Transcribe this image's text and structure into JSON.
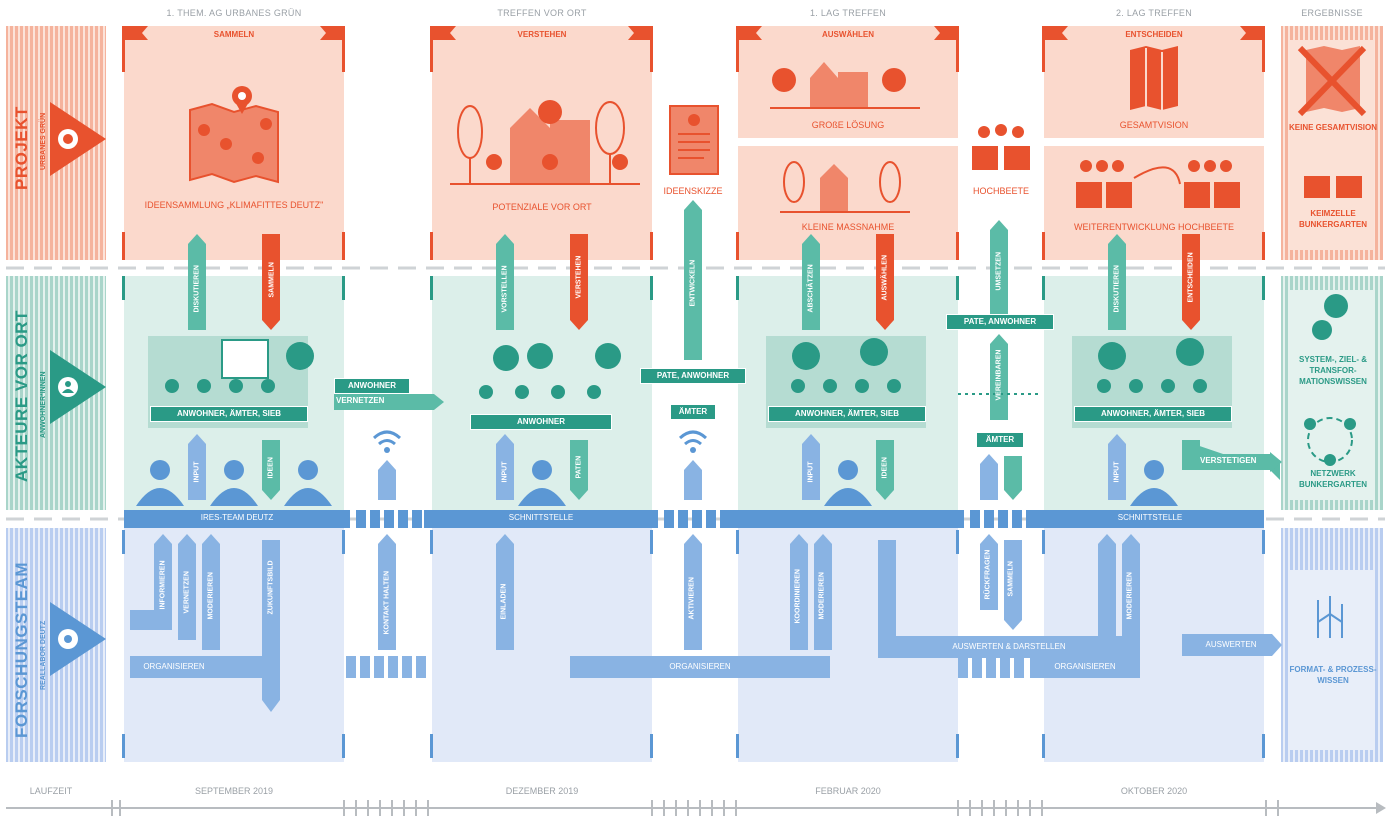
{
  "headers": {
    "col1": "1. THEM. AG URBANES GRÜN",
    "col2": "TREFFEN VOR ORT",
    "col3": "1. LAG TREFFEN",
    "col4": "2. LAG TREFFEN",
    "col5": "ERGEBNISSE"
  },
  "lanes": {
    "projekt": {
      "title": "PROJEKT",
      "sub": "URBANES GRÜN"
    },
    "akteure": {
      "title": "AKTEURE VOR ORT",
      "sub": "ANWOHNER*INNEN"
    },
    "forschung": {
      "title": "FORSCHUNGSTEAM",
      "sub": "REALLABOR DEUTZ"
    }
  },
  "project_panels": {
    "p1_title": "SAMMELN",
    "p1_caption": "IDEENSAMMLUNG „KLIMAFITTES DEUTZ\"",
    "p2_title": "VERSTEHEN",
    "p2_caption": "POTENZIALE VOR ORT",
    "ideenskizze": "IDEENSKIZZE",
    "p3_title": "AUSWÄHLEN",
    "p3_caption_a": "GROßE LÖSUNG",
    "p3_caption_b": "KLEINE MASSNAHME",
    "hochbeete": "HOCHBEETE",
    "p4_title": "ENTSCHEIDEN",
    "p4_caption_a": "GESAMTVISION",
    "p4_caption_b": "WEITERENTWICKLUNG HOCHBEETE",
    "result_a": "KEINE GESAMTVISION",
    "result_b": "KEIMZELLE BUNKERGARTEN"
  },
  "arrows": {
    "diskutieren": "DISKUTIEREN",
    "sammeln": "SAMMELN",
    "vorstellen": "VORSTELLEN",
    "verstehen": "VERSTEHEN",
    "entwickeln": "ENTWICKELN",
    "abschaetzen": "ABSCHÄTZEN",
    "auswaehlen": "AUSWÄHLEN",
    "umsetzen": "UMSETZEN",
    "diskutieren2": "DISKUTIEREN",
    "entscheiden": "ENTSCHEIDEN",
    "input": "INPUT",
    "ideen": "IDEEN",
    "paten": "PATEN",
    "vereinbaren": "VEREINBAREN",
    "informieren": "INFORMIEREN",
    "vernetzen": "VERNETZEN",
    "moderieren": "MODERIEREN",
    "zukunftsbild": "ZUKUNFTSBILD",
    "kontakt_halten": "KONTAKT HALTEN",
    "einladen": "EINLADEN",
    "aktivieren": "AKTIVIEREN",
    "koordinieren": "KOORDINIEREN",
    "rueckfragen": "RÜCKFRAGEN",
    "sammeln2": "SAMMELN"
  },
  "actor_labels": {
    "g1": "ANWOHNER, ÄMTER, SIEB",
    "anwohner1": "ANWOHNER",
    "vernetzen": "VERNETZEN",
    "anwohner2": "ANWOHNER",
    "pate_anwohner1": "PATE, ANWOHNER",
    "aemter1": "ÄMTER",
    "g3": "ANWOHNER, ÄMTER, SIEB",
    "pate_anwohner2": "PATE, ANWOHNER",
    "aemter2": "ÄMTER",
    "g4": "ANWOHNER, ÄMTER, SIEB",
    "verstetigen": "VERSTETIGEN",
    "result_a": "SYSTEM-, ZIEL- & TRANSFOR-MATIONSWISSEN",
    "result_b": "NETZWERK BUNKERGARTEN"
  },
  "interface": {
    "s1": "IRES-TEAM DEUTZ",
    "s2": "SCHNITTSTELLE",
    "s4": "SCHNITTSTELLE"
  },
  "research": {
    "organisieren1": "ORGANISIEREN",
    "organisieren2": "ORGANISIEREN",
    "auswerten_darstellen": "AUSWERTEN & DARSTELLEN",
    "organisieren3": "ORGANISIEREN",
    "auswerten": "AUSWERTEN",
    "result": "FORMAT- & PROZESS-WISSEN"
  },
  "timeline": {
    "laufzeit": "LAUFZEIT",
    "t1": "SEPTEMBER 2019",
    "t2": "DEZEMBER 2019",
    "t3": "FEBRUAR 2020",
    "t4": "OKTOBER 2020"
  },
  "colors": {
    "orange": "#e8522e",
    "orange_light": "#f9d6c9",
    "teal": "#2a9a86",
    "teal_light": "#d8ece7",
    "blue": "#5b97d4",
    "blue_light": "#dfe8f7",
    "grey": "#9aa0a6"
  }
}
